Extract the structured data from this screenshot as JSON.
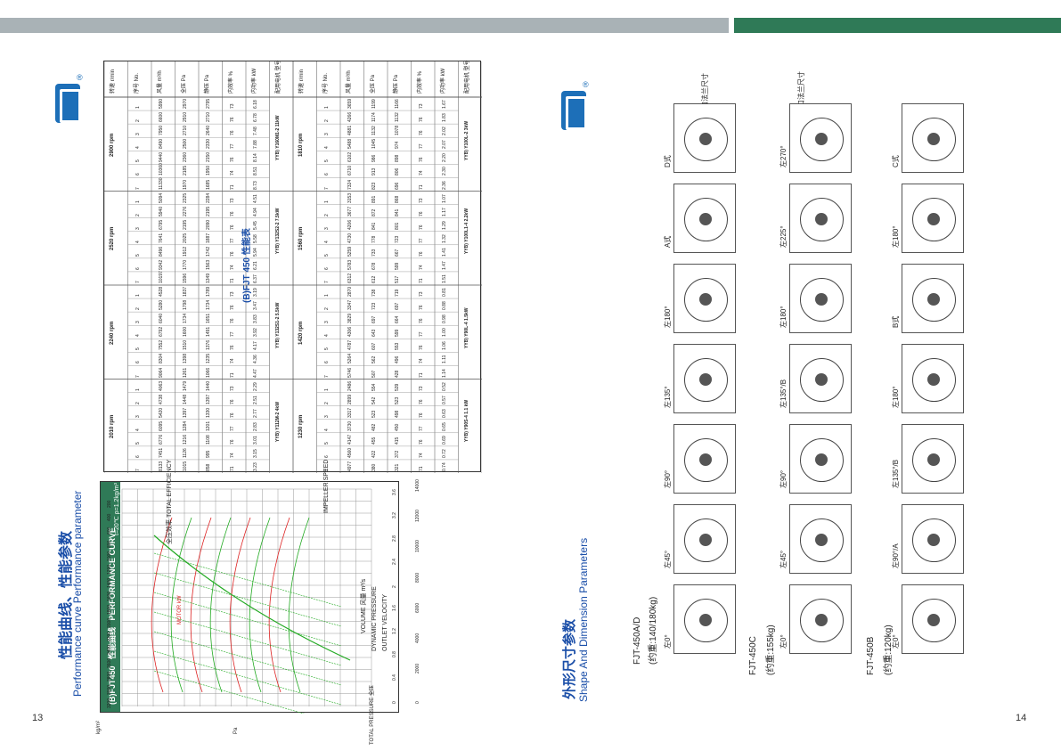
{
  "pages": {
    "left_number": "13",
    "right_number": "14"
  },
  "left": {
    "heading_cn": "性能曲线、性能参数",
    "heading_en": "Performance curve  Performance parameter",
    "logo_text": "®"
  },
  "right": {
    "heading_cn": "外形尺寸参数",
    "heading_en": "Shape And Dimension Parameters",
    "logo_text": "®"
  },
  "chart": {
    "title_cn": "性能曲线",
    "title_en": "PERFORMANCE CURVE",
    "model": "(B)FJT450",
    "conditions": "t=20℃  ρ=1.2kg/m³",
    "efficiency_label_cn": "全压效率",
    "efficiency_label_en": "TOTAL EFFICIENCY",
    "impeller_speed_label": "IMPELLER SPEED",
    "x_axis_cn": "风量",
    "x_axis_en": "VOLUME",
    "x_axis_unit": "m³/s",
    "y_axis_cn": "全压",
    "y_axis_en": "TOTAL PRESSURE",
    "y_axis_unit_left": "kg/m²",
    "y_axis_unit_right": "Pa",
    "dynamic_pressure_label": "DYNAMIC PRESSURE",
    "outlet_velocity_label": "OUTLET VELOCITY",
    "x_ticks": [
      "0",
      "0.4",
      "0.8",
      "1.2",
      "1.6",
      "2",
      "2.4",
      "2.8",
      "3.2",
      "3.6"
    ],
    "x2_ticks": [
      "0",
      "2000",
      "4000",
      "6000",
      "8000",
      "10000",
      "12000",
      "14000"
    ],
    "y_ticks": [
      "3200",
      "3000",
      "2800",
      "2600",
      "2400",
      "2200",
      "2000",
      "1800",
      "1600",
      "1400",
      "1200",
      "1000",
      "800",
      "600",
      "400",
      "200"
    ],
    "motor_power_label": "MOTOR kW"
  },
  "table": {
    "title": "(B)FJT 450  性能表",
    "headers": [
      "转速 r/min",
      "序号 No.",
      "风量 m³/h",
      "全压 Pa",
      "静压 Pa",
      "内效率 %",
      "内功率 kW",
      "配用电机 型号"
    ],
    "groups_left": [
      {
        "speed": "2900 rpm",
        "motor": "YYB) Y160M1-2 11kW",
        "rows": [
          [
            "1",
            "5990",
            "2970",
            "2795",
            "73",
            "6.18"
          ],
          [
            "2",
            "6600",
            "2910",
            "2710",
            "76",
            "6.78"
          ],
          [
            "3",
            "7950",
            "2710",
            "2640",
            "76",
            "7.48"
          ],
          [
            "4",
            "8490",
            "2500",
            "2330",
            "77",
            "7.88"
          ],
          [
            "5",
            "9440",
            "2360",
            "2150",
            "76",
            "8.14"
          ],
          [
            "6",
            "10360",
            "2185",
            "1950",
            "74",
            "8.51"
          ],
          [
            "7",
            "11330",
            "1970",
            "1685",
            "71",
            "8.73"
          ]
        ]
      },
      {
        "speed": "2520 rpm",
        "motor": "YYB) Y132S2-2 7.5kW",
        "rows": [
          [
            "1",
            "5094",
            "2325",
            "2284",
            "73",
            "4.51"
          ],
          [
            "2",
            "5940",
            "2276",
            "2195",
            "76",
            "4.94"
          ],
          [
            "3",
            "6795",
            "2195",
            "2090",
            "76",
            "5.45"
          ],
          [
            "4",
            "7641",
            "2025",
            "1887",
            "77",
            "5.58"
          ],
          [
            "5",
            "8496",
            "1912",
            "1742",
            "76",
            "5.94"
          ],
          [
            "6",
            "9342",
            "1770",
            "1563",
            "74",
            "6.21"
          ],
          [
            "7",
            "10197",
            "1596",
            "1349",
            "71",
            "6.37"
          ]
        ]
      },
      {
        "speed": "2240 rpm",
        "motor": "YYB) Y132S1-2 5.5kW",
        "rows": [
          [
            "1",
            "4528",
            "1837",
            "1789",
            "73",
            "3.19"
          ],
          [
            "2",
            "5280",
            "1798",
            "1734",
            "76",
            "3.47"
          ],
          [
            "3",
            "6040",
            "1734",
            "1651",
            "76",
            "3.83"
          ],
          [
            "4",
            "6792",
            "1600",
            "1491",
            "77",
            "3.92"
          ],
          [
            "5",
            "7552",
            "1510",
            "1376",
            "76",
            "4.17"
          ],
          [
            "6",
            "8304",
            "1398",
            "1235",
            "74",
            "4.36"
          ],
          [
            "7",
            "9064",
            "1261",
            "1066",
            "71",
            "4.47"
          ]
        ]
      },
      {
        "speed": "2010 rpm",
        "motor": "YYB) Y112M-2 4kW",
        "rows": [
          [
            "1",
            "4063",
            "1479",
            "1440",
            "73",
            "2.29"
          ],
          [
            "2",
            "4738",
            "1448",
            "1397",
            "76",
            "2.51"
          ],
          [
            "3",
            "5420",
            "1397",
            "1330",
            "76",
            "2.77"
          ],
          [
            "4",
            "6095",
            "1284",
            "1201",
            "77",
            "2.83"
          ],
          [
            "5",
            "6776",
            "1216",
            "1108",
            "76",
            "3.01"
          ],
          [
            "6",
            "7451",
            "1126",
            "995",
            "74",
            "3.15"
          ],
          [
            "7",
            "8133",
            "1015",
            "858",
            "71",
            "3.23"
          ]
        ]
      }
    ],
    "groups_right": [
      {
        "speed": "1810 rpm",
        "motor": "YYB) Y100L-2 3kW",
        "rows": [
          [
            "1",
            "3659",
            "1199",
            "1166",
            "73",
            "1.67"
          ],
          [
            "2",
            "4266",
            "1174",
            "1132",
            "76",
            "1.83"
          ],
          [
            "3",
            "4881",
            "1132",
            "1078",
            "76",
            "2.02"
          ],
          [
            "4",
            "5488",
            "1045",
            "974",
            "77",
            "2.07"
          ],
          [
            "5",
            "6102",
            "986",
            "898",
            "76",
            "2.20"
          ],
          [
            "6",
            "6710",
            "913",
            "806",
            "74",
            "2.30"
          ],
          [
            "7",
            "7324",
            "823",
            "696",
            "71",
            "2.36"
          ]
        ]
      },
      {
        "speed": "1560 rpm",
        "motor": "YYB) Y100L1-4 2.2kW",
        "rows": [
          [
            "1",
            "3153",
            "891",
            "868",
            "73",
            "1.07"
          ],
          [
            "2",
            "3677",
            "872",
            "841",
            "76",
            "1.17"
          ],
          [
            "3",
            "4206",
            "841",
            "801",
            "76",
            "1.29"
          ],
          [
            "4",
            "4730",
            "778",
            "723",
            "77",
            "1.32"
          ],
          [
            "5",
            "5259",
            "733",
            "667",
            "76",
            "1.41"
          ],
          [
            "6",
            "5783",
            "678",
            "599",
            "74",
            "1.47"
          ],
          [
            "7",
            "6312",
            "612",
            "517",
            "71",
            "1.51"
          ]
        ]
      },
      {
        "speed": "1420 rpm",
        "motor": "YYB) Y90L-4 1.5kW",
        "rows": [
          [
            "1",
            "2870",
            "738",
            "719",
            "73",
            "0.81"
          ],
          [
            "2",
            "3347",
            "723",
            "697",
            "76",
            "0.88"
          ],
          [
            "3",
            "3829",
            "697",
            "664",
            "76",
            "0.98"
          ],
          [
            "4",
            "4306",
            "643",
            "599",
            "77",
            "1.00"
          ],
          [
            "5",
            "4787",
            "607",
            "553",
            "76",
            "1.06"
          ],
          [
            "6",
            "5264",
            "562",
            "496",
            "74",
            "1.11"
          ],
          [
            "7",
            "5746",
            "507",
            "428",
            "71",
            "1.14"
          ]
        ]
      },
      {
        "speed": "1230 rpm",
        "motor": "YYB) Y90S-4 1.1 kW",
        "rows": [
          [
            "1",
            "2486",
            "554",
            "539",
            "73",
            "0.52"
          ],
          [
            "2",
            "2899",
            "542",
            "523",
            "76",
            "0.57"
          ],
          [
            "3",
            "3317",
            "523",
            "498",
            "76",
            "0.63"
          ],
          [
            "4",
            "3730",
            "482",
            "450",
            "77",
            "0.65"
          ],
          [
            "5",
            "4147",
            "455",
            "415",
            "76",
            "0.69"
          ],
          [
            "6",
            "4560",
            "422",
            "372",
            "74",
            "0.72"
          ],
          [
            "7",
            "4977",
            "380",
            "321",
            "71",
            "0.74"
          ]
        ]
      }
    ]
  },
  "drawings": {
    "models": [
      {
        "name": "FJT-450A/D",
        "weight": "(约重:140/180kg)"
      },
      {
        "name": "FJT-450C",
        "weight": "(约重:155kg)"
      },
      {
        "name": "FJT-450B",
        "weight": "(约重:120kg)"
      }
    ],
    "col1_labels": [
      "左0°",
      "左45°",
      "左90°",
      "左135°",
      "左180°",
      "A式",
      "D式"
    ],
    "col2_labels": [
      "左0°",
      "左45°",
      "左90°",
      "左135°/B",
      "左180°",
      "左225°",
      "左270°"
    ],
    "col3_labels": [
      "左0°",
      "左90°/A",
      "左135°/B",
      "左180°",
      "B式",
      "左180°",
      "C式"
    ],
    "flange_label_1": "进风口法兰尺寸",
    "flange_label_2": "出风口法兰尺寸"
  }
}
